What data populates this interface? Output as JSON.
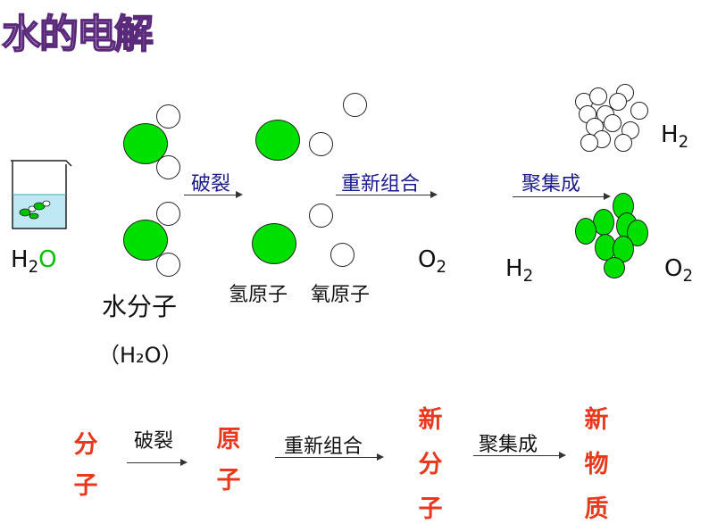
{
  "title": "水的电解",
  "top_arrows": {
    "break": "破裂",
    "recombine": "重新组合",
    "gather": "聚集成"
  },
  "labels": {
    "h2o_left_h": "H",
    "h2o_left_2": "2",
    "h2o_left_o": "O",
    "water_molecule": "水分子",
    "formula_paren": "（H₂O）",
    "hydrogen_atom": "氢原子",
    "oxygen_atom": "氧原子",
    "o2_mid": "O",
    "o2_mid_sub": "2",
    "h2_mid": "H",
    "h2_mid_sub": "2",
    "h2_right": "H",
    "h2_right_sub": "2",
    "o2_right": "O",
    "o2_right_sub": "2"
  },
  "bottom_flow": {
    "step1_chars": [
      "分",
      "子"
    ],
    "arrow1": "破裂",
    "step2_chars": [
      "原",
      "子"
    ],
    "arrow2": "重新组合",
    "step3_chars": [
      "新",
      "分",
      "子"
    ],
    "arrow3": "聚集成",
    "step4_chars": [
      "新",
      "物",
      "质"
    ]
  },
  "colors": {
    "oxygen_ball": "#00e000",
    "hydrogen_ball": "#ffffff",
    "flow_text": "#e8381e",
    "arrow_label": "#1c1c8a",
    "green_o": "#00c000"
  }
}
